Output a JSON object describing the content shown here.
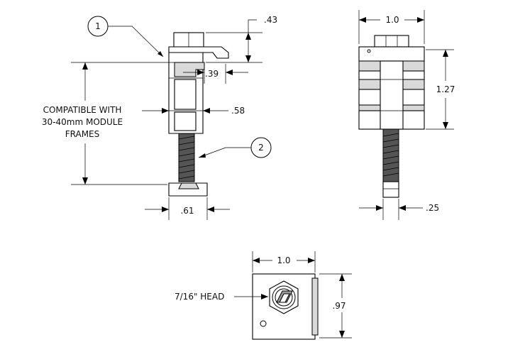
{
  "balloons": {
    "item_1": "1",
    "item_2": "2"
  },
  "notes": {
    "compat_line_1": "COMPATIBLE WITH",
    "compat_line_2": "30-40mm MODULE",
    "compat_line_3": "FRAMES",
    "head": "7/16\" HEAD"
  },
  "dimensions": {
    "side_top_offset": ".43",
    "side_hook_depth": ".39",
    "side_body_width": ".58",
    "side_base_width": ".61",
    "front_width": "1.0",
    "front_height": "1.27",
    "front_bolt_width": ".25",
    "top_width": "1.0",
    "top_depth": ".97"
  }
}
